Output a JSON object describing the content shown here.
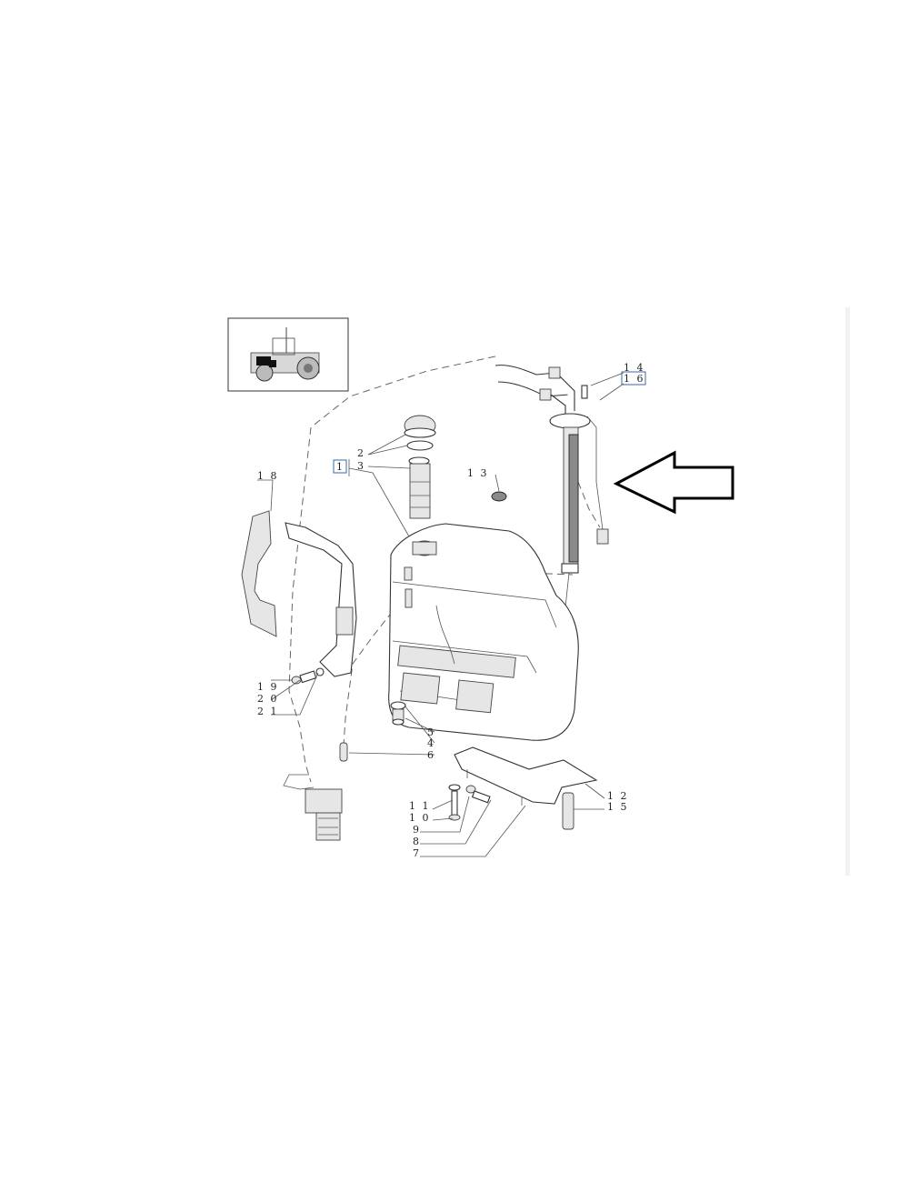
{
  "diagram": {
    "callouts": {
      "c1": "1",
      "c2": "2",
      "c3": "3",
      "c4": "4",
      "c5": "5",
      "c6": "6",
      "c7": "7",
      "c8": "8",
      "c9": "9",
      "c10": "1 0",
      "c11": "1 1",
      "c12": "1 2",
      "c13": "1 3",
      "c14": "1 4",
      "c15": "1 5",
      "c16": "1 6",
      "c18": "1 8",
      "c19": "1 9",
      "c20": "2 0",
      "c21": "2 1"
    },
    "highlight_arrow": {
      "direction": "left",
      "color": "#000000"
    }
  }
}
